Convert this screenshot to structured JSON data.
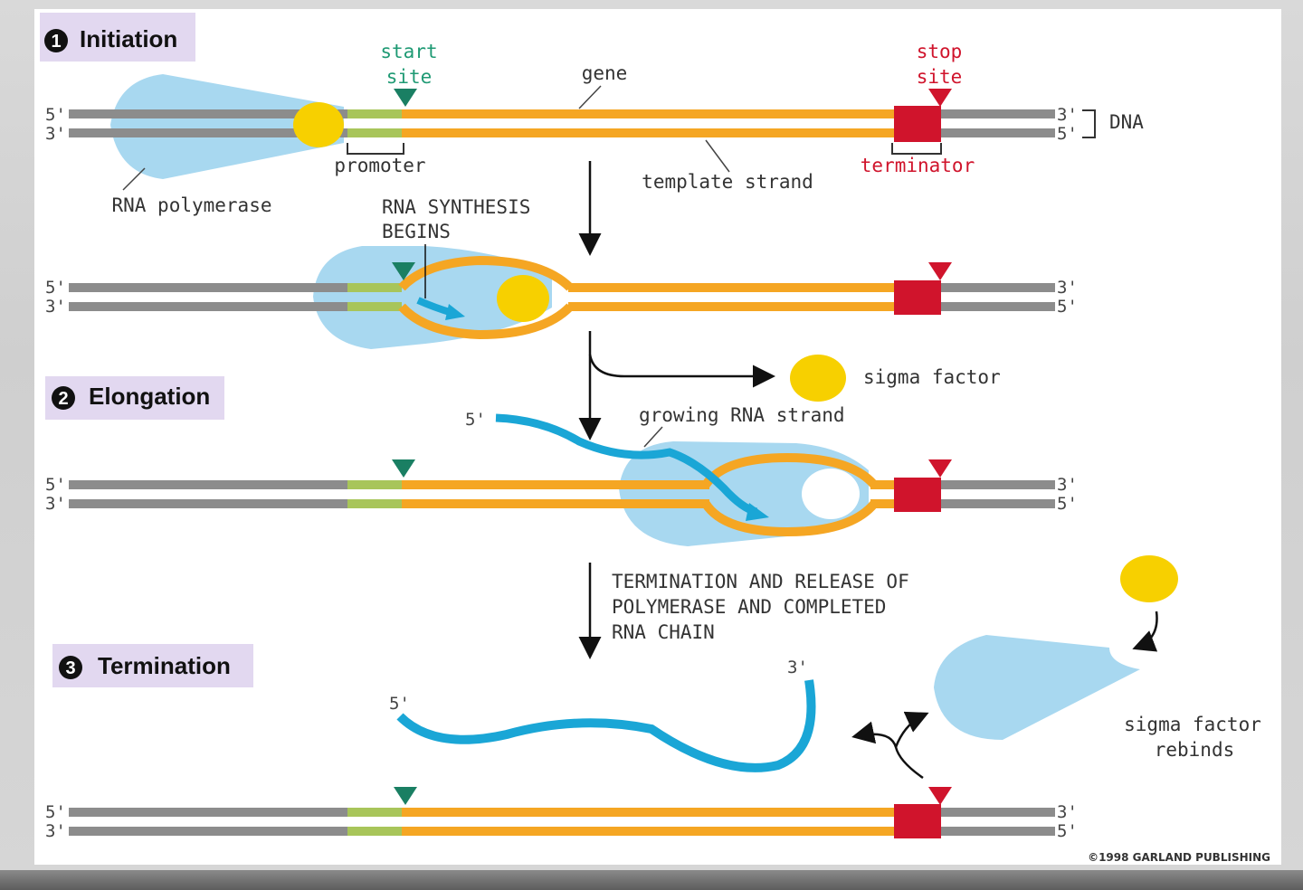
{
  "stages": {
    "initiation": {
      "number": "1",
      "title": "Initiation"
    },
    "elongation": {
      "number": "2",
      "title": "Elongation"
    },
    "termination": {
      "number": "3",
      "title": "Termination"
    }
  },
  "labels": {
    "start_site_line1": "start",
    "start_site_line2": "site",
    "stop_site_line1": "stop",
    "stop_site_line2": "site",
    "gene": "gene",
    "dna": "DNA",
    "promoter": "promoter",
    "terminator": "terminator",
    "template_strand": "template strand",
    "rna_polymerase": "RNA polymerase",
    "rna_synthesis_line1": "RNA SYNTHESIS",
    "rna_synthesis_line2": "BEGINS",
    "sigma_factor": "sigma factor",
    "growing_rna": "growing RNA strand",
    "termination_line1": "TERMINATION AND RELEASE OF",
    "termination_line2": "POLYMERASE AND COMPLETED",
    "termination_line3": "RNA CHAIN",
    "sigma_rebinds_line1": "sigma factor",
    "sigma_rebinds_line2": "rebinds"
  },
  "ends": {
    "five_prime": "5'",
    "three_prime": "3'"
  },
  "copyright": "©1998 GARLAND PUBLISHING",
  "colors": {
    "dna_gray": "#8c8c8c",
    "gene_orange": "#f5a623",
    "promoter_green": "#a8c55a",
    "terminator_red": "#d0142c",
    "start_marker": "#1a7f63",
    "polymerase_blue": "#a8d8f0",
    "sigma_yellow": "#f7d000",
    "rna_blue": "#1aa6d6",
    "stage_label_bg": "#e2d8f0"
  }
}
